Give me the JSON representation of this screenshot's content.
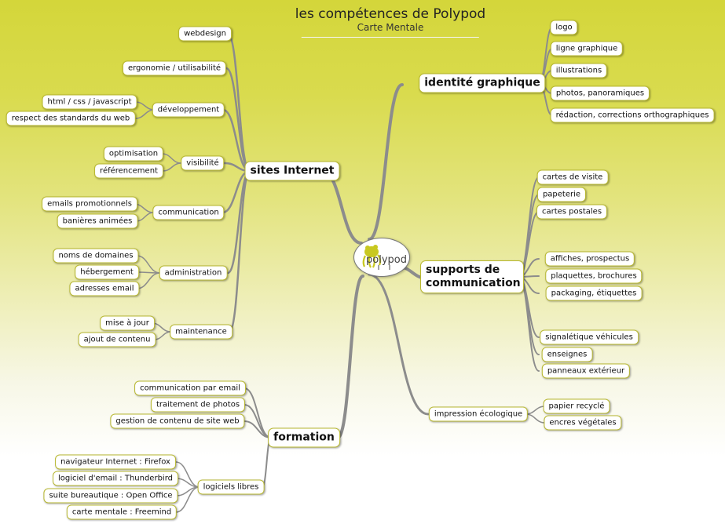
{
  "title": "les compétences de Polypod",
  "subtitle": "Carte Mentale",
  "center_logo": "polypod",
  "branches": [
    {
      "label": "identité graphique",
      "children": [
        {
          "label": "logo"
        },
        {
          "label": "ligne graphique"
        },
        {
          "label": "illustrations"
        },
        {
          "label": "photos, panoramiques"
        },
        {
          "label": "rédaction, corrections orthographiques"
        }
      ]
    },
    {
      "label": "sites Internet",
      "children": [
        {
          "label": "webdesign"
        },
        {
          "label": "ergonomie / utilisabilité"
        },
        {
          "label": "développement",
          "children": [
            {
              "label": "html / css / javascript"
            },
            {
              "label": "respect des standards du web"
            }
          ]
        },
        {
          "label": "visibilité",
          "children": [
            {
              "label": "optimisation"
            },
            {
              "label": "référencement"
            }
          ]
        },
        {
          "label": "communication",
          "children": [
            {
              "label": "emails promotionnels"
            },
            {
              "label": "banières animées"
            }
          ]
        },
        {
          "label": "administration",
          "children": [
            {
              "label": "noms de domaines"
            },
            {
              "label": "hébergement"
            },
            {
              "label": "adresses email"
            }
          ]
        },
        {
          "label": "maintenance",
          "children": [
            {
              "label": "mise à jour"
            },
            {
              "label": "ajout de contenu"
            }
          ]
        }
      ]
    },
    {
      "label": "supports de communication",
      "children": [
        {
          "label": "cartes de visite"
        },
        {
          "label": "papeterie"
        },
        {
          "label": "cartes postales"
        },
        {
          "label": "affiches, prospectus"
        },
        {
          "label": "plaquettes, brochures"
        },
        {
          "label": "packaging, étiquettes"
        },
        {
          "label": "signalétique véhicules"
        },
        {
          "label": "enseignes"
        },
        {
          "label": "panneaux extérieur"
        }
      ]
    },
    {
      "label": "impression écologique",
      "children": [
        {
          "label": "papier recyclé"
        },
        {
          "label": "encres végétales"
        }
      ]
    },
    {
      "label": "formation",
      "children": [
        {
          "label": "communication par email"
        },
        {
          "label": "traitement de photos"
        },
        {
          "label": "gestion de contenu de site web"
        },
        {
          "label": "logiciels libres",
          "children": [
            {
              "label": "navigateur Internet : Firefox"
            },
            {
              "label": "logiciel d'email : Thunderbird"
            },
            {
              "label": "suite bureautique : Open Office"
            },
            {
              "label": "carte mentale : Freemind"
            }
          ]
        }
      ]
    }
  ],
  "colors": {
    "accent": "#cfd12c",
    "node_border": "#b8b830",
    "link": "#8c8c8c"
  }
}
